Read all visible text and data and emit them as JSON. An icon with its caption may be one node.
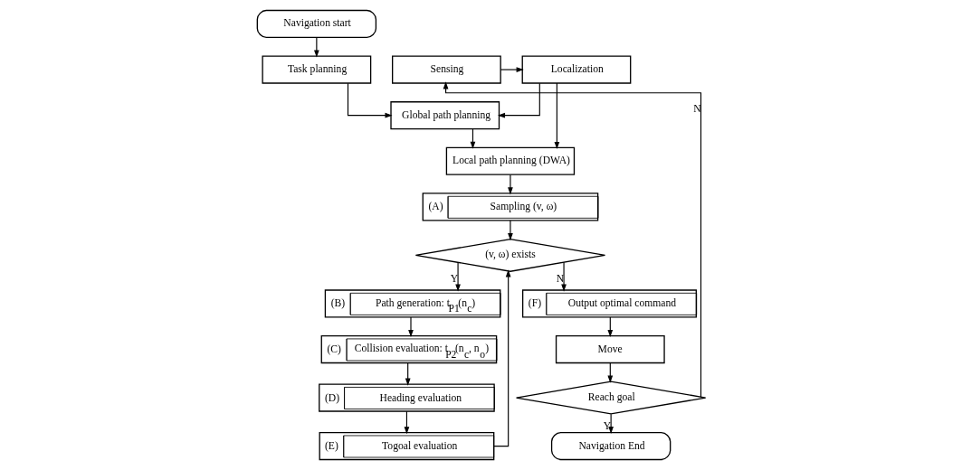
{
  "diagram": {
    "nodes": [
      {
        "text": [
          "Navigation start"
        ]
      },
      {
        "text": [
          "Task planning"
        ]
      },
      {
        "text": [
          "Global path planning"
        ]
      },
      {
        "text": [
          "Sensing"
        ]
      },
      {
        "text": [
          "Localization"
        ]
      },
      {
        "text": [
          "Local path planning (DWA)"
        ]
      },
      {
        "text": [
          "(A)",
          "Sampling (v, ω)"
        ]
      },
      {
        "text": [
          "(v, ω) exists"
        ]
      },
      {
        "text": [
          "(B)",
          "Path generation: t$_{P1}$(n$_{c}$)"
        ]
      },
      {
        "text": [
          "(C)",
          "Collision evaluation: t$_{P2}$(n$_{c}$, n$_{o}$)"
        ]
      },
      {
        "text": [
          "(D)",
          "Heading evaluation"
        ]
      },
      {
        "text": [
          "(E)",
          "Togoal evaluation"
        ]
      },
      {
        "text": [
          "(F)",
          "Output optimal command"
        ]
      },
      {
        "text": [
          "Move"
        ]
      },
      {
        "text": [
          "Reach goal"
        ]
      },
      {
        "text": [
          "Navigation End"
        ]
      }
    ],
    "edges": [
      {
        "from": 0,
        "to": 1,
        "arrow": "to"
      },
      {
        "from": 1,
        "to": 2,
        "arrow": "to"
      },
      {
        "from": 2,
        "to": 5,
        "arrow": "to"
      },
      {
        "from": 3,
        "to": 4,
        "arrow": "to"
      },
      {
        "from": 4,
        "to": 2,
        "arrow": "to"
      },
      {
        "from": 4,
        "to": 5,
        "arrow": "to"
      },
      {
        "from": 5,
        "to": 6,
        "arrow": "to"
      },
      {
        "from": 6,
        "to": 7,
        "arrow": "to"
      },
      {
        "from": 7,
        "to": 8,
        "arrow": "to",
        "label": "Y"
      },
      {
        "from": 8,
        "to": 9,
        "arrow": "to"
      },
      {
        "from": 9,
        "to": 10,
        "arrow": "to"
      },
      {
        "from": 10,
        "to": 11,
        "arrow": "to"
      },
      {
        "from": 11,
        "to": 7,
        "arrow": "to"
      },
      {
        "from": 7,
        "to": 12,
        "arrow": "to",
        "label": "N"
      },
      {
        "from": 12,
        "to": 13,
        "arrow": "to"
      },
      {
        "from": 13,
        "to": 14,
        "arrow": "to"
      },
      {
        "from": 14,
        "to": 15,
        "arrow": "to",
        "label": "Y"
      },
      {
        "from": 14,
        "to": 3,
        "arrow": "to",
        "label": "N"
      }
    ]
  }
}
